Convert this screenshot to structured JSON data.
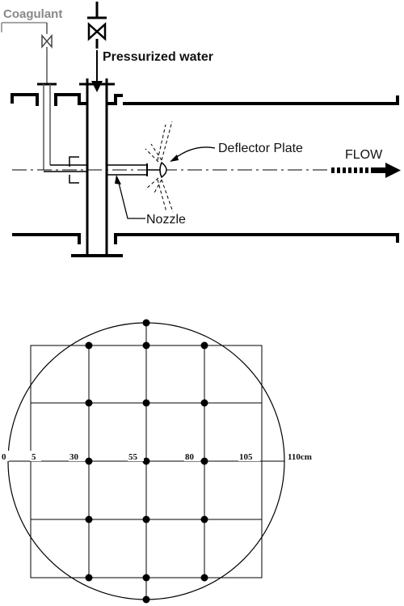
{
  "injector": {
    "coagulant_label": "Coagulant",
    "water_label": "Pressurized water",
    "deflector_label": "Deflector Plate",
    "flow_label": "FLOW",
    "nozzle_label": "Nozzle"
  },
  "grid": {
    "tick_labels": [
      "0",
      "5",
      "30",
      "55",
      "80",
      "105",
      "110cm"
    ]
  }
}
